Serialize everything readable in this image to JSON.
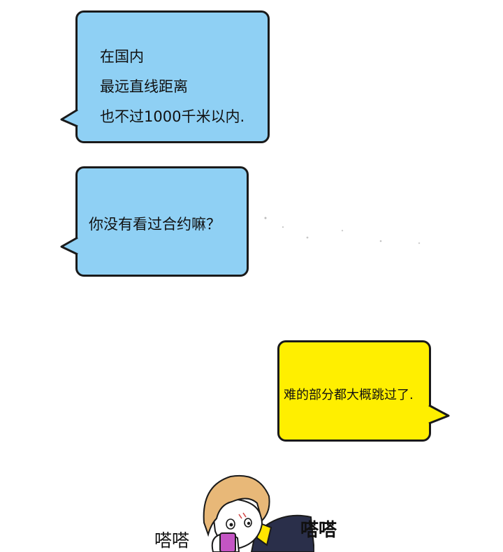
{
  "bubbles": [
    {
      "lines": [
        "在国内",
        "最远直线距离",
        "也不过1000千米以内."
      ],
      "color": "#8fd0f4"
    },
    {
      "lines": [
        "你没有看过合约嘛？"
      ],
      "color": "#8fd0f4"
    },
    {
      "lines": [
        "难的部分都大概跳过了."
      ],
      "color": "#ffef00"
    }
  ],
  "sfx": {
    "left": "嗒嗒",
    "right": "嗒嗒"
  },
  "colors": {
    "outline": "#1a1a1a",
    "hair": "#e8b878",
    "jacket": "#2a2f4a",
    "phone": "#c455c4"
  }
}
